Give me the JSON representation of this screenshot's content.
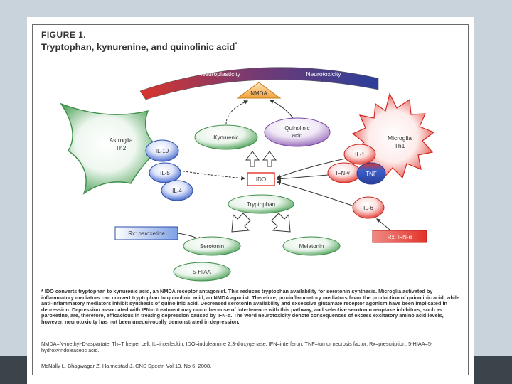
{
  "figure": {
    "label": "FIGURE 1.",
    "title": "Tryptophan, kynurenine, and quinolinic acid",
    "title_mark": "*"
  },
  "arc": {
    "left_label": "Neuroplasticity",
    "right_label": "Neurotoxicity",
    "colors": {
      "left": "#d9342c",
      "right": "#2b3f9a"
    }
  },
  "nodes": {
    "nmda": "NMDA",
    "astroglia": [
      "Astroglia",
      "Th2"
    ],
    "il10": "IL-10",
    "il5": "IL-5",
    "il4": "IL-4",
    "kynurenic": "Kynurenic",
    "quinolinic": [
      "Quinolinic",
      "acid"
    ],
    "microglia": [
      "Microglia",
      "Th1"
    ],
    "il1": "IL-1",
    "ifn_gamma": "IFN-γ",
    "tnf": "TNF",
    "ido": "IDO",
    "tryptophan": "Tryptophan",
    "il6": "IL-6",
    "rx_paroxetine": "Rx: paroxetine",
    "rx_ifn": "Rx: IFN-α",
    "serotonin": "Serotonin",
    "melatonin": "Melatonin",
    "hiaa": "5-HIAA"
  },
  "colors": {
    "green": "#4fa35a",
    "purple": "#8f5fb5",
    "blue": "#3a5fc9",
    "red": "#e2332a",
    "orange": "#f2a23c"
  },
  "footnote": "* IDO converts tryptophan to kynurenic acid, an NMDA receptor antagonist. This reduces tryptophan availability for serotonin synthesis. Microglia activated by inflammatory mediators can convert tryptophan to quinolinic acid, an NMDA agonist. Therefore, pro-inflammatory mediators favor the production of quinolinic acid, while anti-inflammatory mediators inhibit synthesis of quinolinic acid. Decreased serotonin availability and excessive glutamate receptor agonism have been implicated in depression. Depression associated with IFN-α treatment may occur because of interference with this pathway, and selective serotonin reuptake inhibitors, such as paroxetine, are, therefore, efficacious in treating depression caused by IFN-α. The word neurotoxicity denote consequences of excess excitatory amino acid levels, however, neurotoxicity has not been unequivocally demonstrated in depression.",
  "abbreviations": "NMDA=N-methyl-D-aspartate; Th=T helper cell; IL=interleukin; IDO=indoleamine 2,3-dioxygenase; IFN=interferon; TNF=tumor necrosis factor; Rx=prescription; 5-HIAA=5-hydroxyindoleacetic acid.",
  "citation": "McNally L, Bhagwagar Z, Hannestad J. CNS Spectr. Vol 13, No 6. 2008."
}
